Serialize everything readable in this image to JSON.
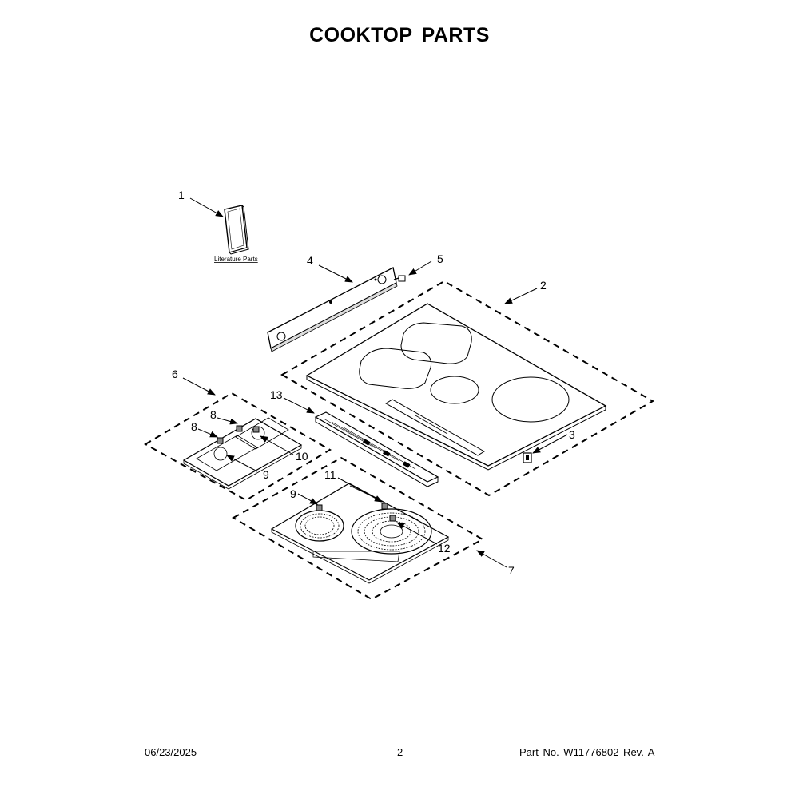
{
  "title": "COOKTOP PARTS",
  "literature_label": "Literature Parts",
  "callouts": [
    "1",
    "2",
    "3",
    "4",
    "5",
    "6",
    "7",
    "8",
    "8",
    "9",
    "9",
    "10",
    "11",
    "12",
    "13"
  ],
  "footer": {
    "date": "06/23/2025",
    "page": "2",
    "part": "Part No.  W11776802  Rev.  A"
  }
}
